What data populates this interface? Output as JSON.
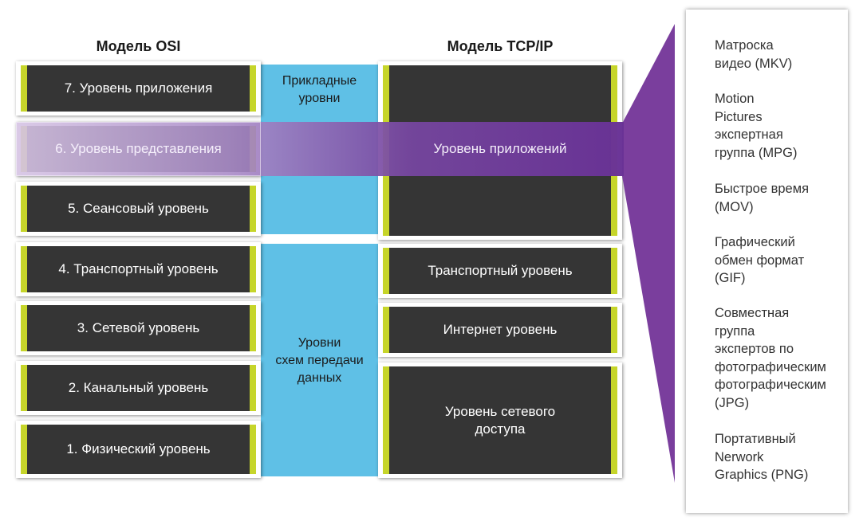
{
  "osi": {
    "title": "Модель OSI",
    "layers": [
      "7. Уровень приложения",
      "6. Уровень представления",
      "5. Сеансовый уровень",
      "4. Транспортный уровень",
      "3. Сетевой уровень",
      "2. Канальный уровень",
      "1. Физический уровень"
    ]
  },
  "tcpip": {
    "title": "Модель TCP/IP",
    "layers": [
      "Уровень приложений",
      "Транспортный уровень",
      "Интернет уровень",
      "Уровень сетевого\nдоступа"
    ]
  },
  "bands": {
    "upper": "Прикладные\nуровни",
    "lower": "Уровни\nсхем передачи\nданных"
  },
  "formats": [
    "Матроска\nвидео (MKV)",
    "Motion\nPictures\nэкспертная\nгруппа (MPG)",
    "Быстрое время\n(MOV)",
    "Графический\nобмен формат\n(GIF)",
    "Совместная\nгруппа\nэкспертов по\nфотографическим\nфотографическим\n(JPG)",
    "Портативный\nNerwork\nGraphics (PNG)"
  ],
  "colors": {
    "band": "#5fc0e6",
    "layer": "#353535",
    "accent": "#c6d52a",
    "highlight": "#7a3e9d"
  }
}
